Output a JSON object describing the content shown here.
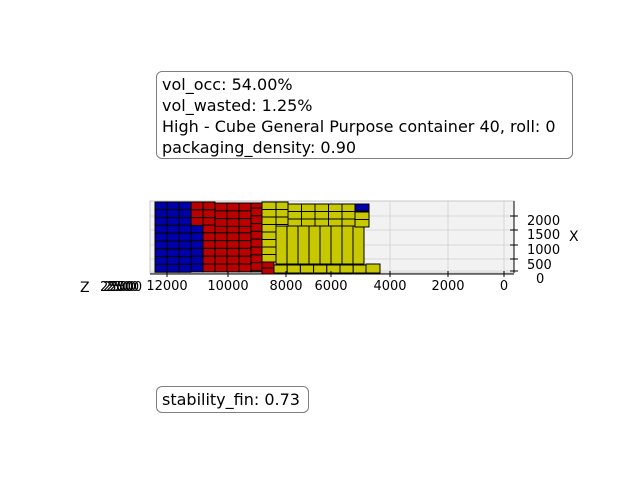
{
  "info": {
    "vol_occ": "vol_occ: 54.00%",
    "vol_wasted": "vol_wasted: 1.25%",
    "container": "High - Cube General Purpose container 40, roll: 0",
    "packaging_density": "packaging_density: 0.90"
  },
  "stability": "stability_fin: 0.73",
  "axes": {
    "x_label": "X",
    "z_label": "Z",
    "z_tick_overlap": "2500",
    "y_tick_labels": [
      "12000",
      "10000",
      "8000",
      "6000",
      "4000",
      "2000",
      "0"
    ],
    "x_tick_labels": [
      "0",
      "500",
      "1000",
      "1500",
      "2000"
    ]
  },
  "colors": {
    "blue": "#0000aa",
    "red": "#bb0000",
    "yellow": "#c8c800",
    "pane": "#f2f2f2",
    "grid": "#cfcfcf",
    "edge": "#000000"
  }
}
